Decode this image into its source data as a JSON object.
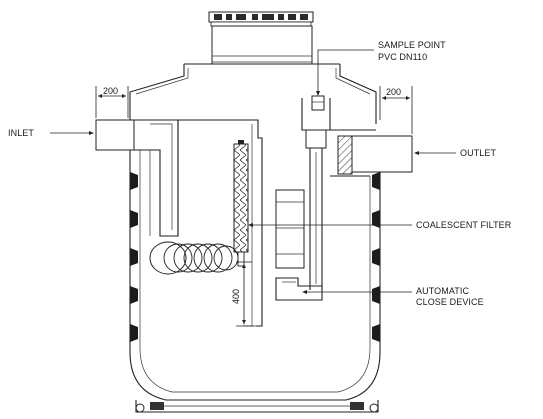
{
  "labels": {
    "sample_point_line1": "SAMPLE POINT",
    "sample_point_line2": "PVC DN110",
    "inlet": "INLET",
    "outlet": "OUTLET",
    "coalescent_filter": "COALESCENT FILTER",
    "automatic_line1": "AUTOMATIC",
    "automatic_line2": "CLOSE DEVICE"
  },
  "dimensions": {
    "inlet_width": "200",
    "outlet_width": "200",
    "close_device_height": "400"
  }
}
